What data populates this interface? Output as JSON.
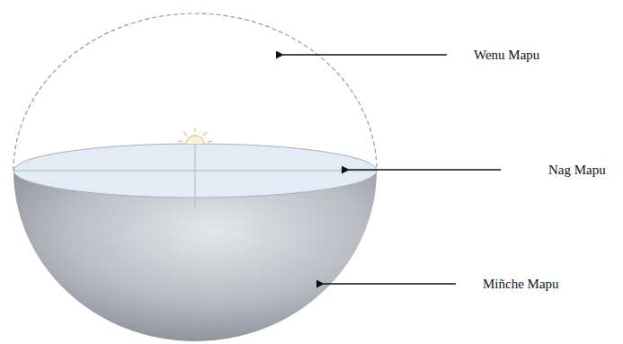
{
  "diagram": {
    "labels": [
      "Wenu Mapu",
      "Nag Mapu",
      "Miñche Mapu"
    ]
  }
}
